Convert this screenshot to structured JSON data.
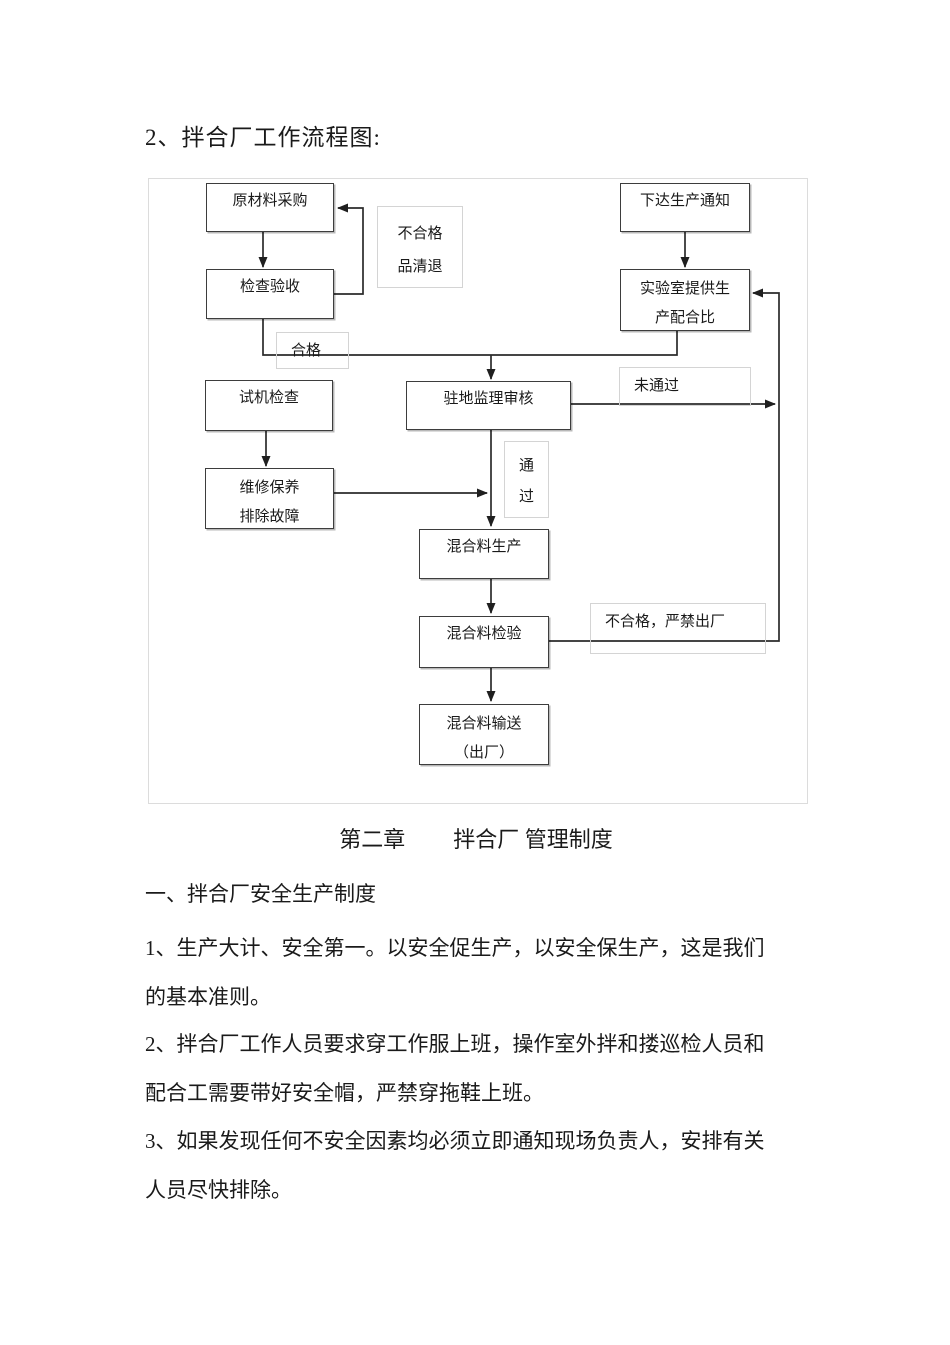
{
  "page": {
    "title": "2、拌合厂工作流程图:"
  },
  "flowchart": {
    "nodes": {
      "raw_material_purchase": {
        "label": "原材料采购"
      },
      "production_notice": {
        "label": "下达生产通知"
      },
      "inspection_acceptance": {
        "label": "检查验收"
      },
      "lab_mix_ratio": {
        "line1": "实验室提供生",
        "line2": "产配合比"
      },
      "trial_run_check": {
        "label": "试机检查"
      },
      "supervisor_review": {
        "label": "驻地监理审核"
      },
      "maintenance": {
        "line1": "维修保养",
        "line2": "排除故障"
      },
      "mixture_production": {
        "label": "混合料生产"
      },
      "mixture_inspection": {
        "label": "混合料检验"
      },
      "mixture_delivery": {
        "line1": "混合料输送",
        "line2": "（出厂）"
      }
    },
    "labels": {
      "unqualified_return": {
        "line1": "不合格",
        "line2": "品清退"
      },
      "qualified": "合格",
      "not_passed": "未通过",
      "passed": {
        "line1": "通",
        "line2": "过"
      },
      "unqualified_no_exit": "不合格，严禁出厂"
    }
  },
  "chapter": {
    "label": "第二章",
    "title": "拌合厂 管理制度"
  },
  "section": {
    "title": "一、拌合厂安全生产制度"
  },
  "paragraphs": {
    "p1_line1": "1、生产大计、安全第一。以安全促生产，以安全保生产，这是我们",
    "p1_line2": "的基本准则。",
    "p2_line1": "2、拌合厂工作人员要求穿工作服上班，操作室外拌和搂巡检人员和",
    "p2_line2": "配合工需要带好安全帽，严禁穿拖鞋上班。",
    "p3_line1": "3、如果发现任何不安全因素均必须立即通知现场负责人，安排有关",
    "p3_line2": "人员尽快排除。"
  },
  "colors": {
    "node_border": "#3d3d3d",
    "label_border": "#d4d4d4",
    "canvas_border": "#dcdcdc",
    "connector": "#2b2b2b",
    "text": "#1a1a1a",
    "background": "#ffffff"
  }
}
